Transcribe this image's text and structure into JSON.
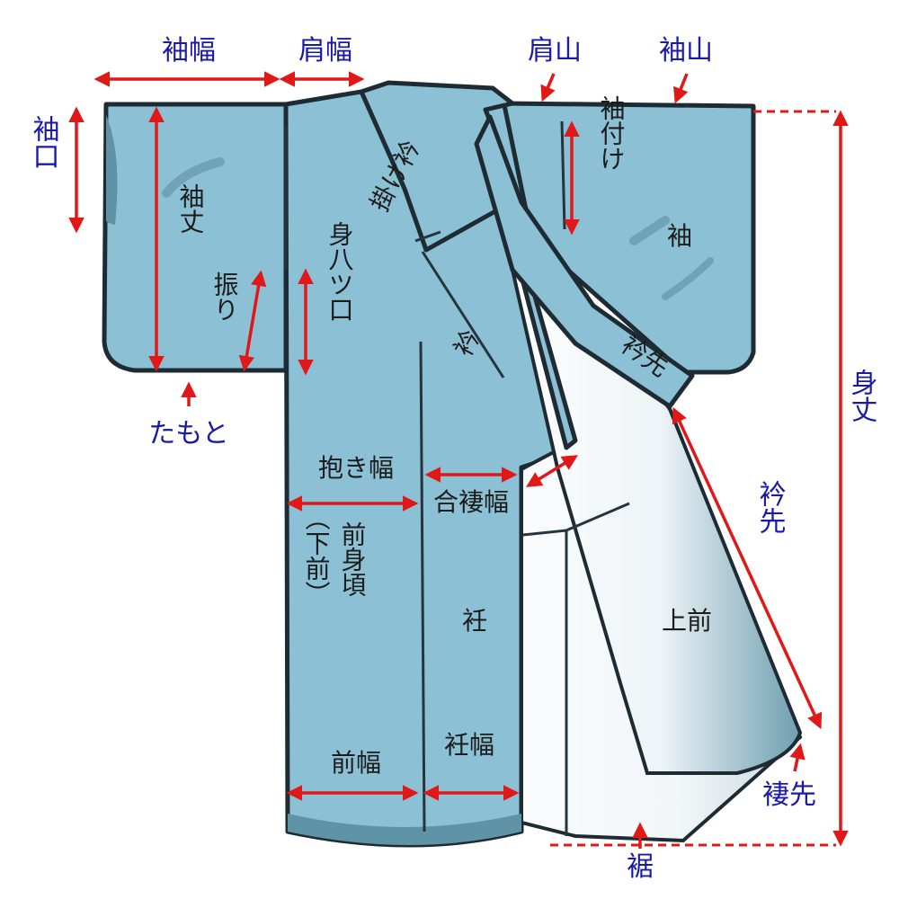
{
  "labels": {
    "sodehaba": "袖幅",
    "katahaba": "肩幅",
    "katayama": "肩山",
    "sodeyama": "袖山",
    "sodeguchi": "袖口",
    "sodetake": "袖丈",
    "furi": "振り",
    "tamoto": "たもと",
    "miyatsuguchi": "身八ツ口",
    "kakeeri": "掛け衿",
    "eri": "衿",
    "sodetsuke": "袖付け",
    "sode": "袖",
    "erisaki_band": "衿先",
    "mitake": "身丈",
    "dakihaba": "抱き幅",
    "aizumahaba": "合褄幅",
    "erisaki": "衿先",
    "maemigoro": "前身頃",
    "shitamae": "（下前）",
    "okumi": "衽",
    "uwamae": "上前",
    "maehaba": "前幅",
    "okumihaba": "衽幅",
    "tsumasaki": "褄先",
    "suso": "裾"
  },
  "colors": {
    "fabric": "#8cc0d4",
    "fabric_shadow": "#5f93a6",
    "lining": "#ffffff",
    "outline": "#1e2b33",
    "arrow": "#e01818",
    "label_blue": "#1a1aa8",
    "label_black": "#1c1c1c"
  }
}
